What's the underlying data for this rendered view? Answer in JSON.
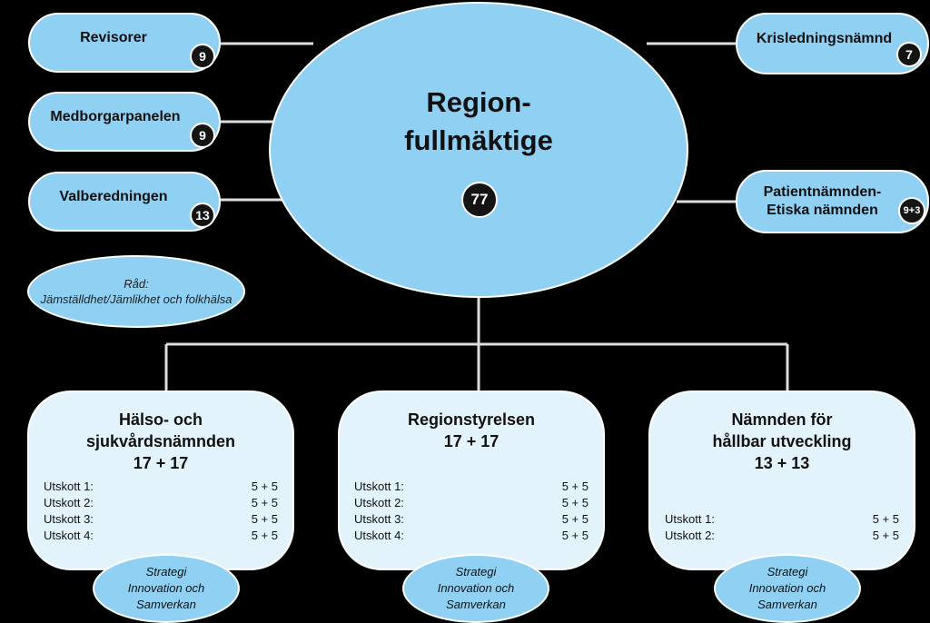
{
  "council": {
    "title_line1": "Region-",
    "title_line2": "fullmäktige",
    "members": "77"
  },
  "left_boards": [
    {
      "name": "Revisorer",
      "members": "9"
    },
    {
      "name": "Medborgarpanelen",
      "members": "9"
    },
    {
      "name": "Valberedningen",
      "members": "13"
    }
  ],
  "right_boards": [
    {
      "name": "Krisledningsnämnd",
      "members": "7"
    },
    {
      "name_line1": "Patientnämnden-",
      "name_line2": "Etiska nämnden",
      "members": "9+3"
    }
  ],
  "advisory": {
    "line1": "Råd:",
    "line2": "Jämställdhet/Jämlikhet och folkhälsa"
  },
  "committees": [
    {
      "title_lines": [
        "Hälso- och",
        "sjukvårdsnämnden",
        "17 + 17"
      ],
      "subcommittees": [
        {
          "label": "Utskott 1:",
          "value": "5 + 5"
        },
        {
          "label": "Utskott 2:",
          "value": "5 + 5"
        },
        {
          "label": "Utskott 3:",
          "value": "5 + 5"
        },
        {
          "label": "Utskott 4:",
          "value": "5 + 5"
        }
      ],
      "strategy": [
        "Strategi",
        "Innovation och",
        "Samverkan"
      ]
    },
    {
      "title_lines": [
        "Regionstyrelsen",
        "17 + 17"
      ],
      "subcommittees": [
        {
          "label": "Utskott 1:",
          "value": "5 + 5"
        },
        {
          "label": "Utskott 2:",
          "value": "5 + 5"
        },
        {
          "label": "Utskott 3:",
          "value": "5 + 5"
        },
        {
          "label": "Utskott 4:",
          "value": "5 + 5"
        }
      ],
      "strategy": [
        "Strategi",
        "Innovation och",
        "Samverkan"
      ]
    },
    {
      "title_lines": [
        "Nämnden för",
        "hållbar utveckling",
        "13 + 13"
      ],
      "subcommittees": [
        {
          "label": "Utskott 1:",
          "value": "5 + 5"
        },
        {
          "label": "Utskott 2:",
          "value": "5 + 5"
        }
      ],
      "strategy": [
        "Strategi",
        "Innovation och",
        "Samverkan"
      ]
    }
  ],
  "colors": {
    "background": "#000000",
    "node": "#8fd0f3",
    "committee": "#e3f3fc",
    "connector": "#dddddd",
    "badge": "#141414"
  }
}
